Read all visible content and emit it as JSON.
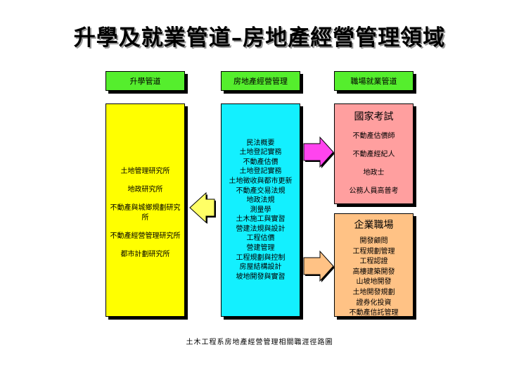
{
  "title": "升學及就業管道–房地產經營管理領域",
  "headers": {
    "left": "升學管道",
    "center": "房地產經營管理",
    "right": "職場就業管道"
  },
  "left_box": {
    "items": [
      "土地管理研究所",
      "地政研究所",
      "不動產與城鄉規劃研究所",
      "不動產經營管理研究所",
      "都市計劃研究所"
    ]
  },
  "center_box": {
    "items": [
      "民法概要",
      "土地登記實務",
      "不動產估價",
      "土地登記實務",
      "土地徵收與都市更新",
      "不動產交易法規",
      "地政法規",
      "測量學",
      "土木施工與實習",
      "營建法規與設計",
      "工程估價",
      "營建管理",
      "工程規劃與控制",
      "房屋結構設計",
      "坡地開發與實習"
    ]
  },
  "right_top": {
    "heading": "國家考試",
    "items": [
      "不動產估價師",
      "不動產經紀人",
      "地政士",
      "公務人員高普考"
    ]
  },
  "right_bottom": {
    "heading": "企業職場",
    "items": [
      "開發顧問",
      "工程規劃管理",
      "工程認證",
      "高樓建築開發",
      "山坡地開發",
      "土地開發規劃",
      "證券化投資",
      "不動產信託管理"
    ]
  },
  "caption": "土木工程系房地產經營管理相關職涯徑路圖",
  "colors": {
    "header_green": "#55ee2d",
    "left_yellow": "#ffff00",
    "center_cyan": "#13f0ff",
    "right_pink": "#ff9f9f",
    "right_orange": "#ffc285",
    "arrow_yellow": "#ffff66",
    "arrow_magenta": "#ff44ee",
    "arrow_orange": "#ffc285"
  }
}
